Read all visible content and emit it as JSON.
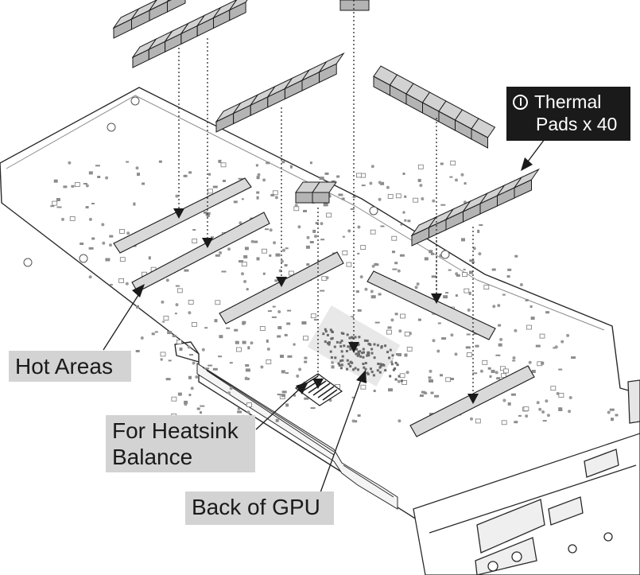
{
  "labels": {
    "thermal_pads": {
      "line1": "Thermal",
      "line2": "Pads x 40"
    },
    "hot_areas": "Hot Areas",
    "heatsink_balance": {
      "line1": "For Heatsink",
      "line2": "Balance"
    },
    "back_of_gpu": "Back of GPU"
  },
  "colors": {
    "pad_top": "#d2d2d2",
    "pad_side": "#b4b4b4",
    "label_fill": "#d3d3d3",
    "callout_fill": "#1a1a1a",
    "line": "#1a1a1a"
  },
  "icons": {
    "thermal_badge": "info-icon"
  }
}
